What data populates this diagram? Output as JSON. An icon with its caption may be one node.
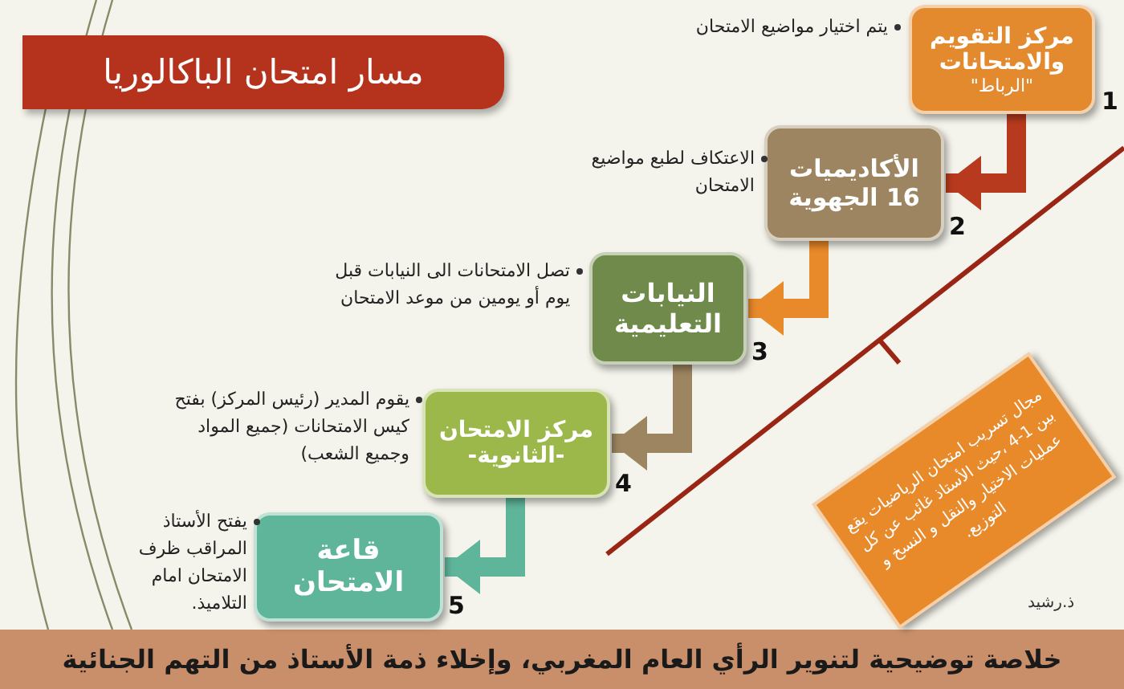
{
  "diagram": {
    "title": "مسار امتحان الباكالوريا",
    "caption": "خلاصة توضيحية لتنوير الرأي العام المغربي، وإخلاء ذمة الأستاذ من التهم الجنائية",
    "nodes": [
      {
        "text": [
          "مركز التقويم والامتحانات",
          "\"الرباط\""
        ],
        "beside": [
          "يتم اختيار مواضيع الامتحان",
          "1"
        ]
      },
      {
        "text": [
          "الأكاديميات 16 الجهوية"
        ],
        "beside": [
          "الاعتكاف لطبع مواضيع الامتحان",
          "2"
        ]
      },
      {
        "text": [
          "النيابات التعليمية"
        ],
        "beside": [
          "تصل الامتحانات الى النيابات قبل يوم أو يومين من موعد الامتحان",
          "3"
        ]
      },
      {
        "text": [
          "مركز الامتحان -الثانوية-"
        ],
        "beside": [
          "يقوم المدير (رئيس المركز) بفتح كيس الامتحانات (جميع المواد وجميع الشعب)",
          "4"
        ]
      },
      {
        "text": [
          "قاعة الامتحان"
        ],
        "beside": [
          "يفتح الأستاذ المراقب ظرف الامتحان امام التلاميذ.",
          "5"
        ]
      },
      {
        "text": [
          "مجال تسريب امتحان الرياضيات يقع بين 1-4 ،حيث الأستاذ غائب عن كل عمليات الاختيار والنقل و النسخ و التوزيع."
        ]
      }
    ],
    "edges": [
      {
        "from": 0,
        "to": 1,
        "arrow": "to",
        "color": "#b83a1e"
      },
      {
        "from": 1,
        "to": 2,
        "arrow": "to",
        "color": "#e8892a"
      },
      {
        "from": 2,
        "to": 3,
        "arrow": "to",
        "color": "#9c8560"
      },
      {
        "from": 3,
        "to": 4,
        "arrow": "to",
        "color": "#5fb59a"
      }
    ],
    "labels": [
      "ذ.رشيد"
    ]
  }
}
